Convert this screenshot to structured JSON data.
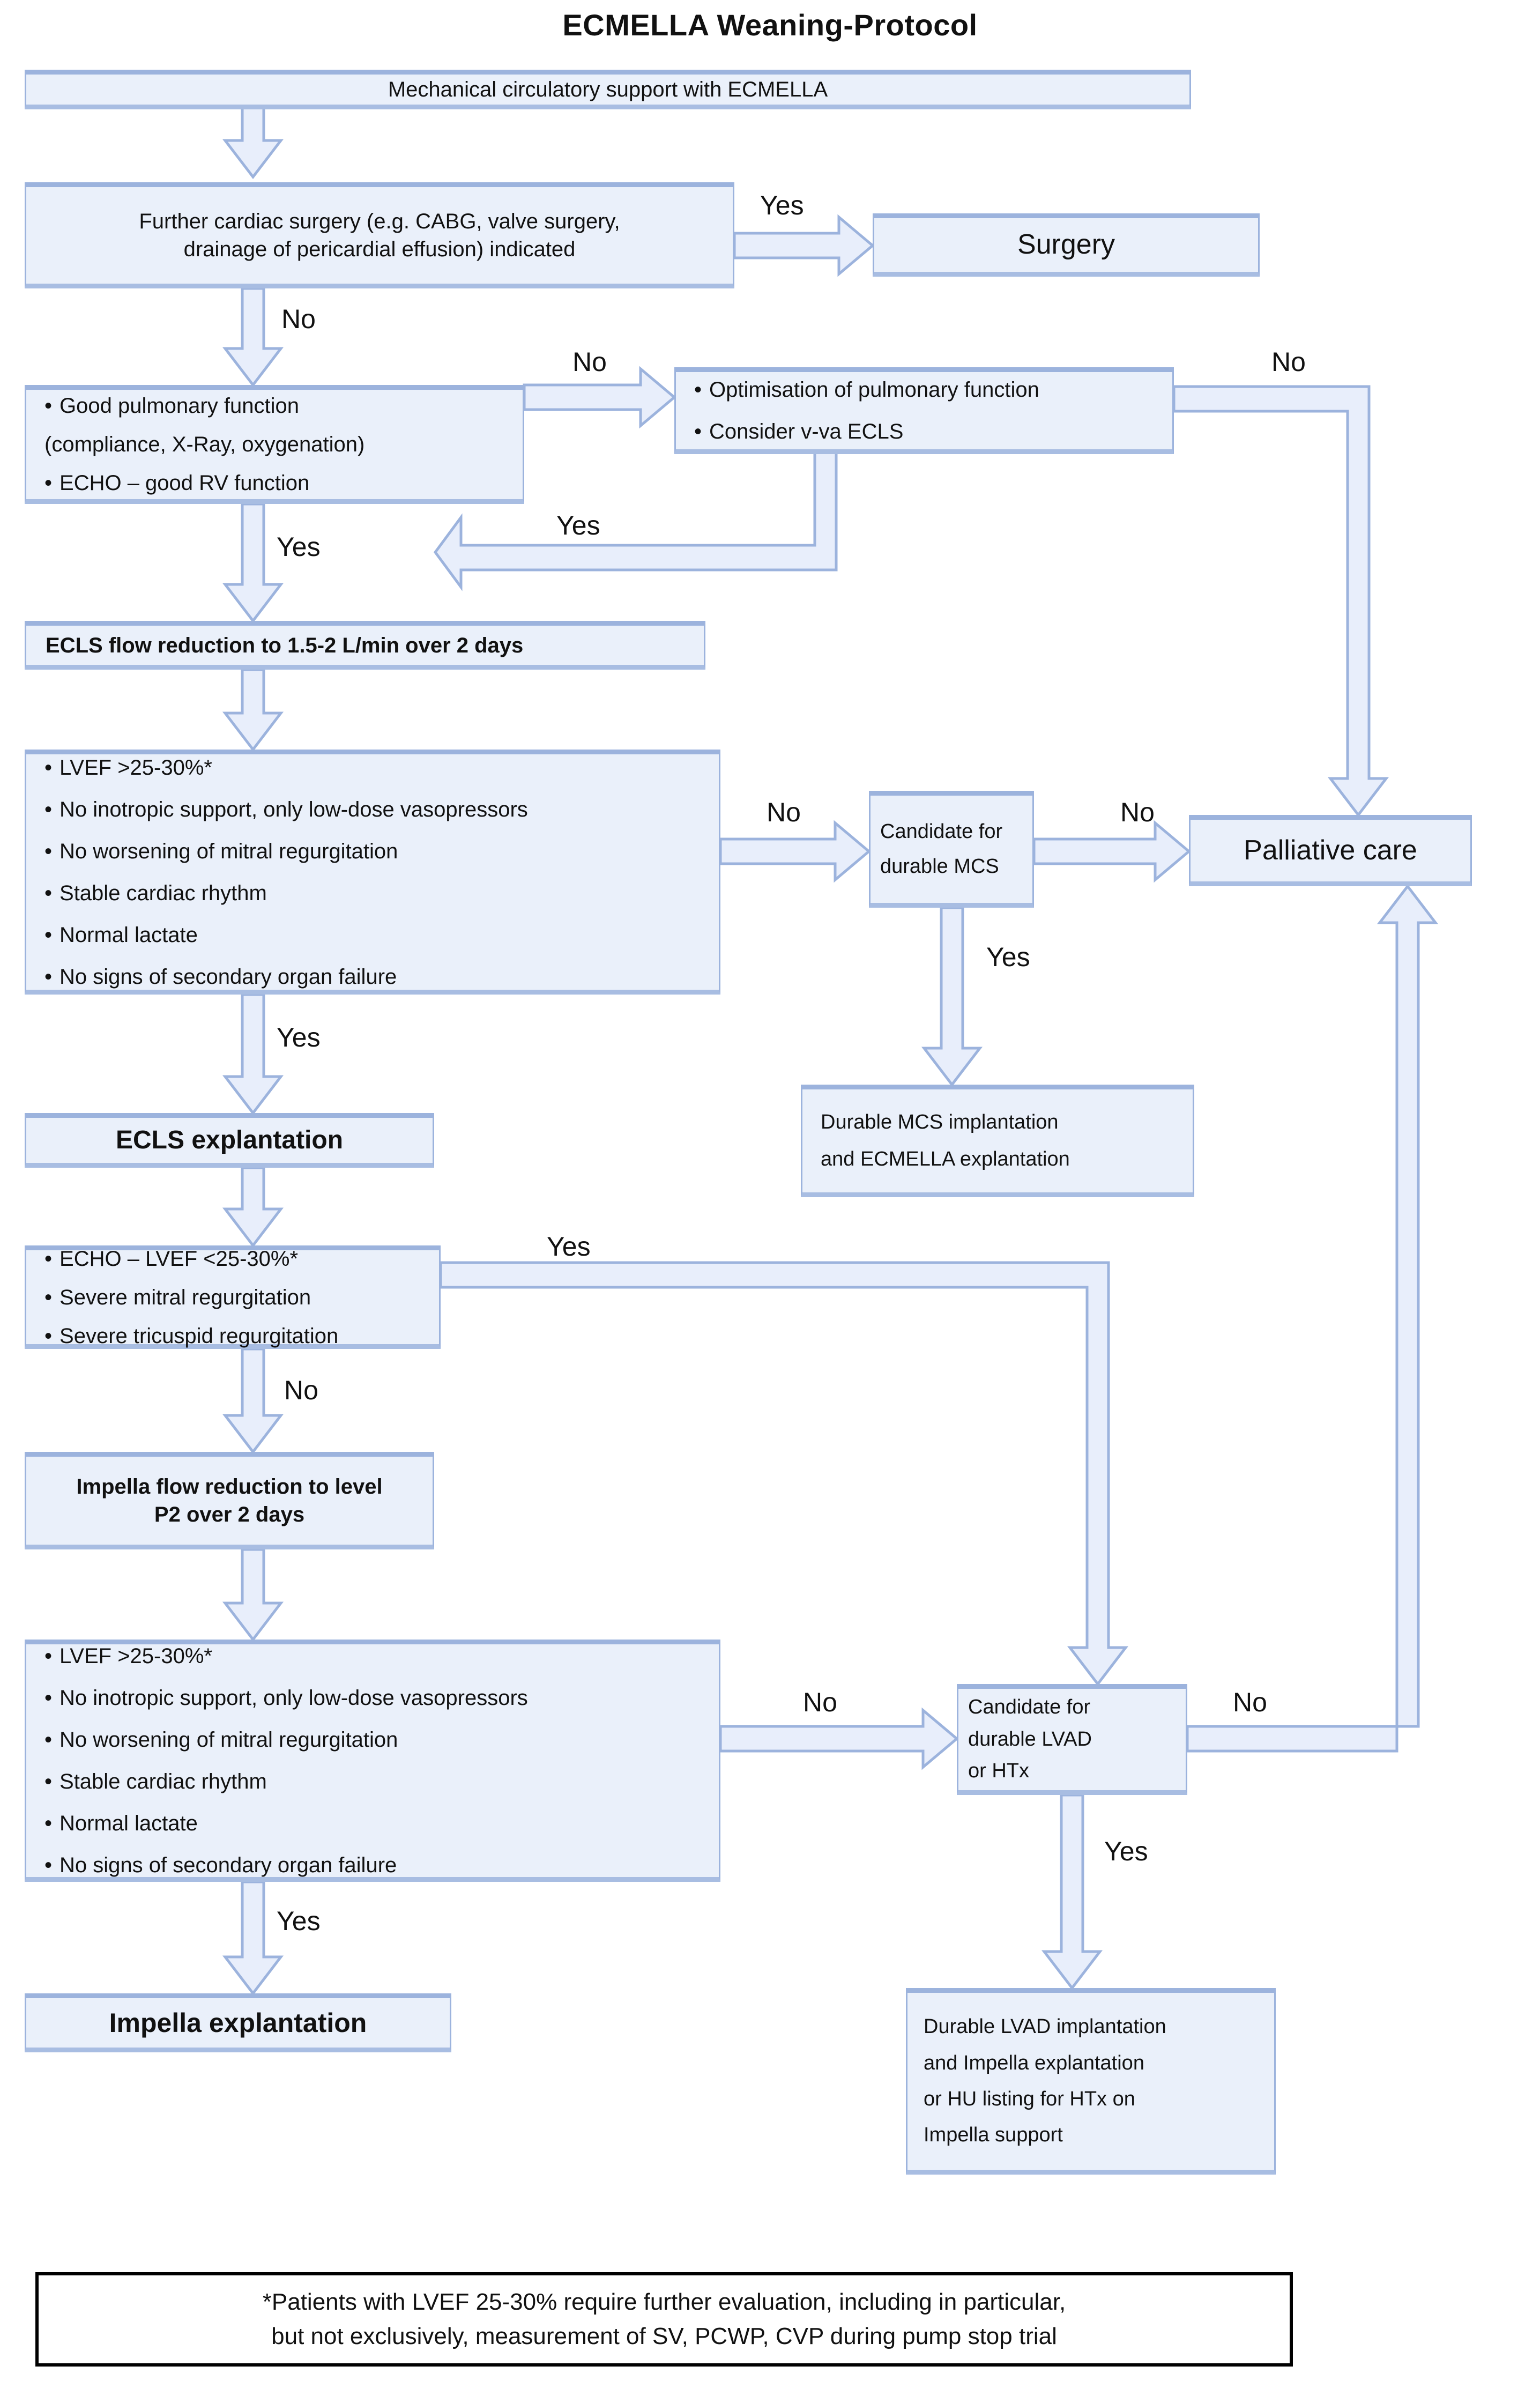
{
  "title": "ECMELLA Weaning-Protocol",
  "colors": {
    "box_fill": "#eaf0fa",
    "box_border": "#9cb3dd",
    "arrow_stroke": "#9cb3dd",
    "arrow_fill": "#e8eefb",
    "text": "#111111",
    "footnote_border": "#000000",
    "background": "#ffffff"
  },
  "nodes": {
    "mcs_support": {
      "lines": [
        "Mechanical circulatory support with ECMELLA"
      ]
    },
    "further_surgery": {
      "lines": [
        "Further cardiac surgery (e.g. CABG, valve surgery,",
        "drainage of pericardial effusion) indicated"
      ]
    },
    "surgery": {
      "lines": [
        "Surgery"
      ]
    },
    "pulmonary_function": {
      "lines": [
        "Good pulmonary function",
        "(compliance, X-Ray, oxygenation)",
        "ECHO – good RV function"
      ]
    },
    "optimisation": {
      "lines": [
        "Optimisation of pulmonary function",
        "Consider v-va ECLS"
      ]
    },
    "ecls_flow_reduction": {
      "lines": [
        "ECLS flow reduction to 1.5-2 L/min over 2 days"
      ]
    },
    "ecls_criteria": {
      "lines": [
        "LVEF >25-30%*",
        "No inotropic support, only low-dose vasopressors",
        "No worsening of mitral regurgitation",
        "Stable cardiac rhythm",
        "Normal lactate",
        "No signs of secondary organ failure"
      ]
    },
    "candidate_mcs": {
      "lines": [
        "Candidate for",
        "durable MCS"
      ]
    },
    "palliative_care": {
      "lines": [
        "Palliative care"
      ]
    },
    "durable_mcs_implantation": {
      "lines": [
        "Durable MCS implantation",
        "and ECMELLA explantation"
      ]
    },
    "ecls_explantation": {
      "lines": [
        "ECLS explantation"
      ]
    },
    "echo_lvef": {
      "lines": [
        "ECHO – LVEF <25-30%*",
        "Severe mitral regurgitation",
        "Severe tricuspid regurgitation"
      ]
    },
    "impella_flow_reduction": {
      "lines": [
        "Impella flow reduction to level",
        "P2 over 2 days"
      ]
    },
    "impella_criteria": {
      "lines": [
        "LVEF >25-30%*",
        "No inotropic support, only low-dose vasopressors",
        "No worsening of mitral regurgitation",
        "Stable cardiac rhythm",
        "Normal lactate",
        "No signs of secondary organ failure"
      ]
    },
    "candidate_lvad": {
      "lines": [
        "Candidate for",
        "durable LVAD",
        "or HTx"
      ]
    },
    "impella_explantation": {
      "lines": [
        "Impella explantation"
      ]
    },
    "durable_lvad_implantation": {
      "lines": [
        "Durable LVAD implantation",
        "and Impella explantation",
        "or HU listing for HTx on",
        "Impella support"
      ]
    }
  },
  "edge_labels": {
    "surgery_yes": "Yes",
    "surgery_no": "No",
    "pulmonary_no": "No",
    "optimisation_no": "No",
    "optimisation_yes": "Yes",
    "pulmonary_yes": "Yes",
    "ecls_criteria_no": "No",
    "candidate_mcs_no": "No",
    "candidate_mcs_yes": "Yes",
    "ecls_criteria_yes": "Yes",
    "echo_lvef_yes": "Yes",
    "echo_lvef_no": "No",
    "impella_criteria_no": "No",
    "candidate_lvad_no": "No",
    "candidate_lvad_yes": "Yes",
    "impella_criteria_yes": "Yes"
  },
  "footnote": {
    "lines": [
      "*Patients with LVEF 25-30% require further evaluation, including in particular,",
      "but not exclusively, measurement of SV, PCWP, CVP during pump stop trial"
    ]
  }
}
